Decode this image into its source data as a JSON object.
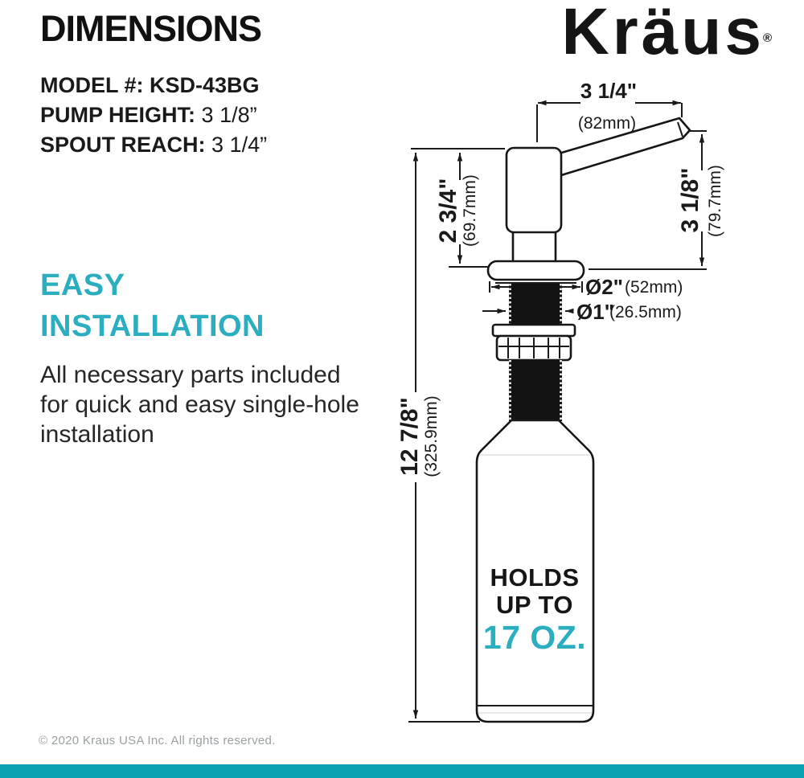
{
  "header": {
    "title": "DIMENSIONS",
    "brand": {
      "name": "Kräus",
      "registered_mark": "®"
    }
  },
  "specs": {
    "lines": [
      {
        "label": "MODEL #:",
        "value": "KSD-43BG"
      },
      {
        "label": "PUMP HEIGHT:",
        "value": "3 1/8”"
      },
      {
        "label": "SPOUT REACH:",
        "value": "3 1/4”"
      }
    ]
  },
  "feature": {
    "heading_line1": "EASY",
    "heading_line2": "INSTALLATION",
    "body_line1": "All necessary parts included",
    "body_line2": "for quick and easy single-hole",
    "body_line3": "installation"
  },
  "capacity": {
    "line1": "HOLDS",
    "line2": "UP TO",
    "line3": "17 OZ."
  },
  "diagram": {
    "spout_reach_in": "3 1/4\"",
    "spout_reach_mm": "(82mm)",
    "pump_height_in": "3 1/8\"",
    "pump_height_mm": "(79.7mm)",
    "head_height_in": "2 3/4\"",
    "head_height_mm": "(69.7mm)",
    "total_height_in": "12 7/8\"",
    "total_height_mm": "(325.9mm)",
    "flange_diameter_in": "Ø2\"",
    "flange_diameter_mm": "(52mm)",
    "shank_diameter_in": "Ø1\"",
    "shank_diameter_mm": "(26.5mm)"
  },
  "footer": {
    "copyright": "© 2020 Kraus USA Inc. All rights reserved."
  },
  "colors": {
    "accent_teal": "#2BAEC0",
    "footer_bar_teal": "#0AA3B5",
    "ink": "#1A1A1A",
    "muted_gray": "#9AA0A3"
  }
}
